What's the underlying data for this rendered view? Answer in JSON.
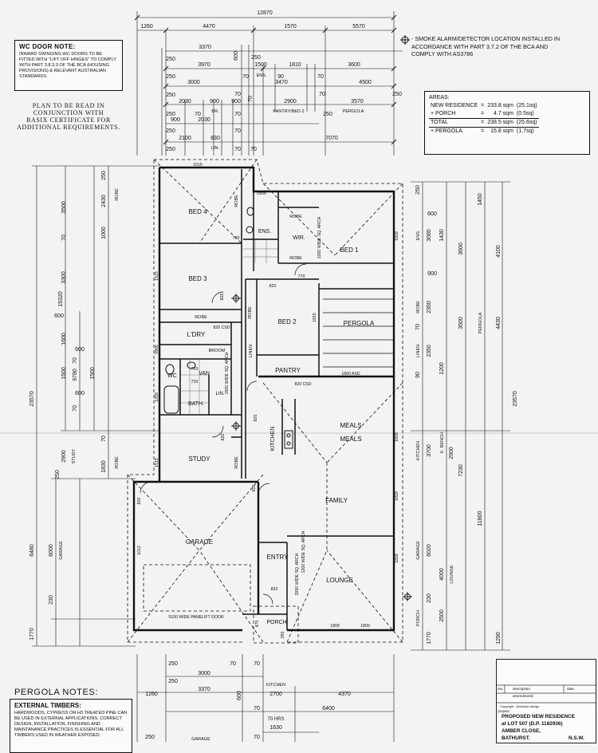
{
  "top_dims": {
    "overall": "12870",
    "row1": [
      "1260",
      "4470",
      "1570",
      "5570"
    ],
    "row2": [
      "3370",
      "250",
      "600",
      "250"
    ],
    "row3": [
      "250",
      "3970",
      "70",
      "1500",
      "1810",
      "3600"
    ],
    "row3_small": [
      "ENS.",
      "90",
      "70"
    ],
    "row4": [
      "3000",
      "3470",
      "4500"
    ],
    "row4_small": [
      "250",
      "70",
      "70",
      "70",
      "250"
    ],
    "row5": [
      "2030",
      "900",
      "900",
      "2900",
      "3570"
    ],
    "row5_small": [
      "BR.",
      "PANTRY/BED 2",
      "PERGOLA",
      "250",
      "70"
    ],
    "row6": [
      "900",
      "2030",
      "250",
      "70",
      "70",
      "250"
    ],
    "row7": [
      "2100",
      "830",
      "7070",
      "LIN.",
      "250",
      "70",
      "70"
    ]
  },
  "wc_note": {
    "title": "WC DOOR NOTE:",
    "body": "INWARD SWINGING WC DOORS TO BE FITTED WITH \"LIFT OFF HINGES\" TO COMPLY WITH PART 3.8.3.3 OF THE BCA (HOUSING PROVISIONS) & RELEVANT AUSTRALIAN STANDARDS."
  },
  "basix_note": {
    "line1": "PLAN TO BE READ IN",
    "line2": "CONJUNCTION WITH",
    "line3": "BASIX CERTIFICATE FOR",
    "line4": "ADDITIONAL REQUIREMENTS."
  },
  "smoke_note": {
    "line1": "- SMOKE ALARM/DETECTOR LOCATION INSTALLED IN",
    "line2": "ACCORDANCE WITH PART 3.7.2 OF THE BCA AND",
    "line3": "COMPLY WITH AS3786"
  },
  "areas": {
    "title": "AREAS:",
    "rows": [
      {
        "label": "NEW RESIDENCE",
        "eq": "=",
        "sqm": "233.8 sqm",
        "sq": "(25.1sq)"
      },
      {
        "label": "+ PORCH",
        "eq": "=",
        "sqm": "4.7 sqm",
        "sq": "(0.5sq)"
      },
      {
        "label": "TOTAL",
        "eq": "=",
        "sqm": "238.5 sqm",
        "sq": "(25.6sq)"
      },
      {
        "label": "+ PERGOLA",
        "eq": "=",
        "sqm": "15.8 sqm",
        "sq": "(1.7sq)"
      }
    ]
  },
  "rooms": {
    "bed4": "BED 4",
    "bed3": "BED 3",
    "bed1": "BED 1",
    "bed2": "BED 2",
    "ens": "ENS.",
    "wir": "WIR.",
    "robe1": "ROBE",
    "robe2": "ROBE",
    "robe3": "ROBE",
    "robe4": "ROBE",
    "robe5": "ROBE",
    "robe6": "ROBE",
    "pergola": "PERGOLA",
    "ldry": "L'DRY",
    "broom": "BROOM",
    "wc": "WC",
    "van": "VAN",
    "bath": "BATH.",
    "lin": "LIN.",
    "linen": "LINEN",
    "pantry": "PANTRY",
    "kitchen": "KITCHEN",
    "meals": "MEALS",
    "meals2": "MEALS",
    "study": "STUDY",
    "family": "FAMILY",
    "garage": "GARAGE",
    "entry": "ENTRY",
    "lounge": "LOUNGE",
    "porch": "PORCH"
  },
  "plan_labels": {
    "d1515a": "1515",
    "d0906": "0906",
    "d770a": "770",
    "d1818a": "1818",
    "d1000arch": "1000 WIDE SQ. ARCH",
    "d820a": "820",
    "d770b": "770",
    "d820b": "820",
    "d1515b": "1515",
    "d1815": "1815",
    "d1800asd": "1800 ASD",
    "d820csd1": "820 CSD",
    "d820csd2": "820 CSD",
    "d720": "720",
    "d0906b": "0906",
    "d1209": "1209",
    "d720b": "720",
    "d1500arch": "1500 WIDE SQ. ARCH",
    "d820c": "820",
    "d820d": "820",
    "d1818b": "1818",
    "d1515c": "1515",
    "d820e": "820",
    "d1012": "1012",
    "d820f": "820",
    "d1200arch": "1200 WIDE SQ. ARCH",
    "d1818c": "1818",
    "d2000arch": "2000 WIDE SQ. ARCH",
    "d820g": "820",
    "d1809a": "1809",
    "d1809b": "1809",
    "d5100": "5100 WIDE PANELIFT DOOR",
    "d470": "470",
    "d250": "250",
    "d1818d": "1818"
  },
  "left_dims": {
    "total1": "23570",
    "sub1": "15320",
    "sub2": "9780",
    "a3500": "3500",
    "a2430": "2430",
    "a250": "250",
    "robe": "ROBE",
    "a1000": "1000",
    "a70": "70",
    "a3300": "3300",
    "a600": "600",
    "a1600": "1600",
    "a600b": "600",
    "a1500": "1500",
    "a1500b": "1500",
    "a600c": "600",
    "a70b": "70",
    "a70c": "70",
    "a250b": "250",
    "a2900": "2900",
    "study": "STUDY",
    "a1830": "1830",
    "robe2": "ROBE",
    "a6480": "6480",
    "a6000": "6000",
    "garage": "GARAGE",
    "a230": "230",
    "a1770": "1770",
    "a70d": "70"
  },
  "right_dims": {
    "r1450": "1450",
    "r4100": "4100",
    "r3080": "3080",
    "r1430": "1430",
    "r3600": "3600",
    "r2350": "2350",
    "r3500": "3500",
    "r4430": "4430",
    "r2350b": "2350",
    "r1200": "1200",
    "r6020": "6020",
    "r3700": "3700",
    "r2900": "2900",
    "r7230": "7230",
    "r23570": "23570",
    "r11800": "11800",
    "r4000": "4000",
    "r2500": "2500",
    "r1290": "1290",
    "r1770": "1770",
    "ens": "ENS.",
    "robe": "ROBE",
    "linen": "LINEN",
    "kitchen": "KITCHEN",
    "kbench": "K. BENCH",
    "garage": "GARAGE",
    "lounge": "LOUNGE",
    "porch": "PORCH",
    "pergola": "PERGOLA",
    "r250": "250",
    "r600": "600",
    "r900": "900",
    "r70": "70",
    "r90": "90",
    "r230": "230"
  },
  "bottom_dims": {
    "b250": "250",
    "b70a": "70",
    "b70b": "70",
    "b3000": "3000",
    "b250b": "250",
    "b3370": "3370",
    "b1260": "1260",
    "b600": "600",
    "b2700": "2700",
    "b4370": "4370",
    "kitchen": "KITCHEN",
    "b6400": "6400",
    "b70c": "70",
    "b1630": "1630",
    "b250c": "250",
    "garage": "GARAGE",
    "hrs": "70 HRS",
    "b70d": "70"
  },
  "pergola_notes": {
    "title": "PERGOLA NOTES:",
    "ext_title": "EXTERNAL TIMBERS:",
    "ext_body": "HARDWOODS, CYPRESS OR H3 TREATED PINE CAN BE USED IN EXTERNAL APPLICATIONS. CORRECT DESIGN, INSTALLATION, FINISHING AND MAINTANANCE PRACTICES IS ESSENTIAL FOR ALL TIMBERS USED IN WEATHER EXPOSED"
  },
  "title_block": {
    "rev": "rev.",
    "description": "description",
    "date": "date",
    "amendments": "amendments",
    "copyright": "Copyright - Arthouse design",
    "project": "project:",
    "line1": "PROPOSED NEW RESIDENCE",
    "line2": "at LOT 507 (D.P. 1182936)",
    "line3": "AMBER CLOSE,",
    "line4": "BATHURST.",
    "state": "N.S.W."
  }
}
